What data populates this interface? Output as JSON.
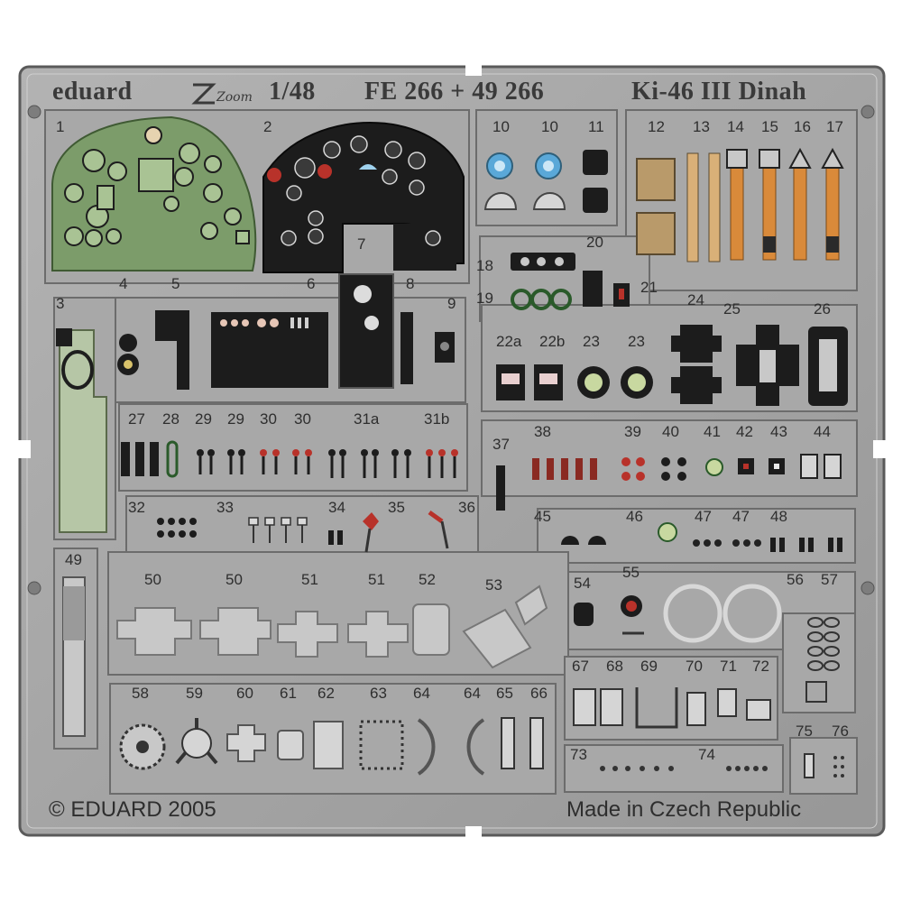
{
  "header": {
    "brand": "eduard",
    "zoom_logo": "Zoom",
    "scale": "1/48",
    "sets": "FE 266 + 49 266",
    "aircraft": "Ki-46 III Dinah"
  },
  "footer": {
    "copyright": "© EDUARD 2005",
    "origin": "Made in Czech Republic"
  },
  "colors": {
    "background": "#ffffff",
    "frame": "#6e6e6e",
    "metal": "#a3a3a3",
    "panel_green": "#7c9c6a",
    "panel_black": "#1c1c1c",
    "belt_orange": "#d98a3a",
    "dial_blue": "#5aa8d8",
    "lamp_red": "#b8322a"
  },
  "part_numbers": [
    "1",
    "2",
    "3",
    "4",
    "5",
    "6",
    "7",
    "8",
    "9",
    "10",
    "10",
    "11",
    "12",
    "13",
    "14",
    "15",
    "16",
    "17",
    "18",
    "19",
    "20",
    "21",
    "22a",
    "22b",
    "23",
    "23",
    "24",
    "25",
    "26",
    "27",
    "28",
    "29",
    "29",
    "30",
    "30",
    "31a",
    "31b",
    "32",
    "33",
    "34",
    "35",
    "36",
    "37",
    "38",
    "39",
    "40",
    "41",
    "42",
    "43",
    "44",
    "45",
    "46",
    "47",
    "47",
    "48",
    "49",
    "50",
    "50",
    "51",
    "51",
    "52",
    "53",
    "54",
    "55",
    "56",
    "57",
    "58",
    "59",
    "60",
    "61",
    "62",
    "63",
    "64",
    "64",
    "65",
    "66",
    "67",
    "68",
    "69",
    "70",
    "71",
    "72",
    "73",
    "74",
    "75",
    "76"
  ]
}
